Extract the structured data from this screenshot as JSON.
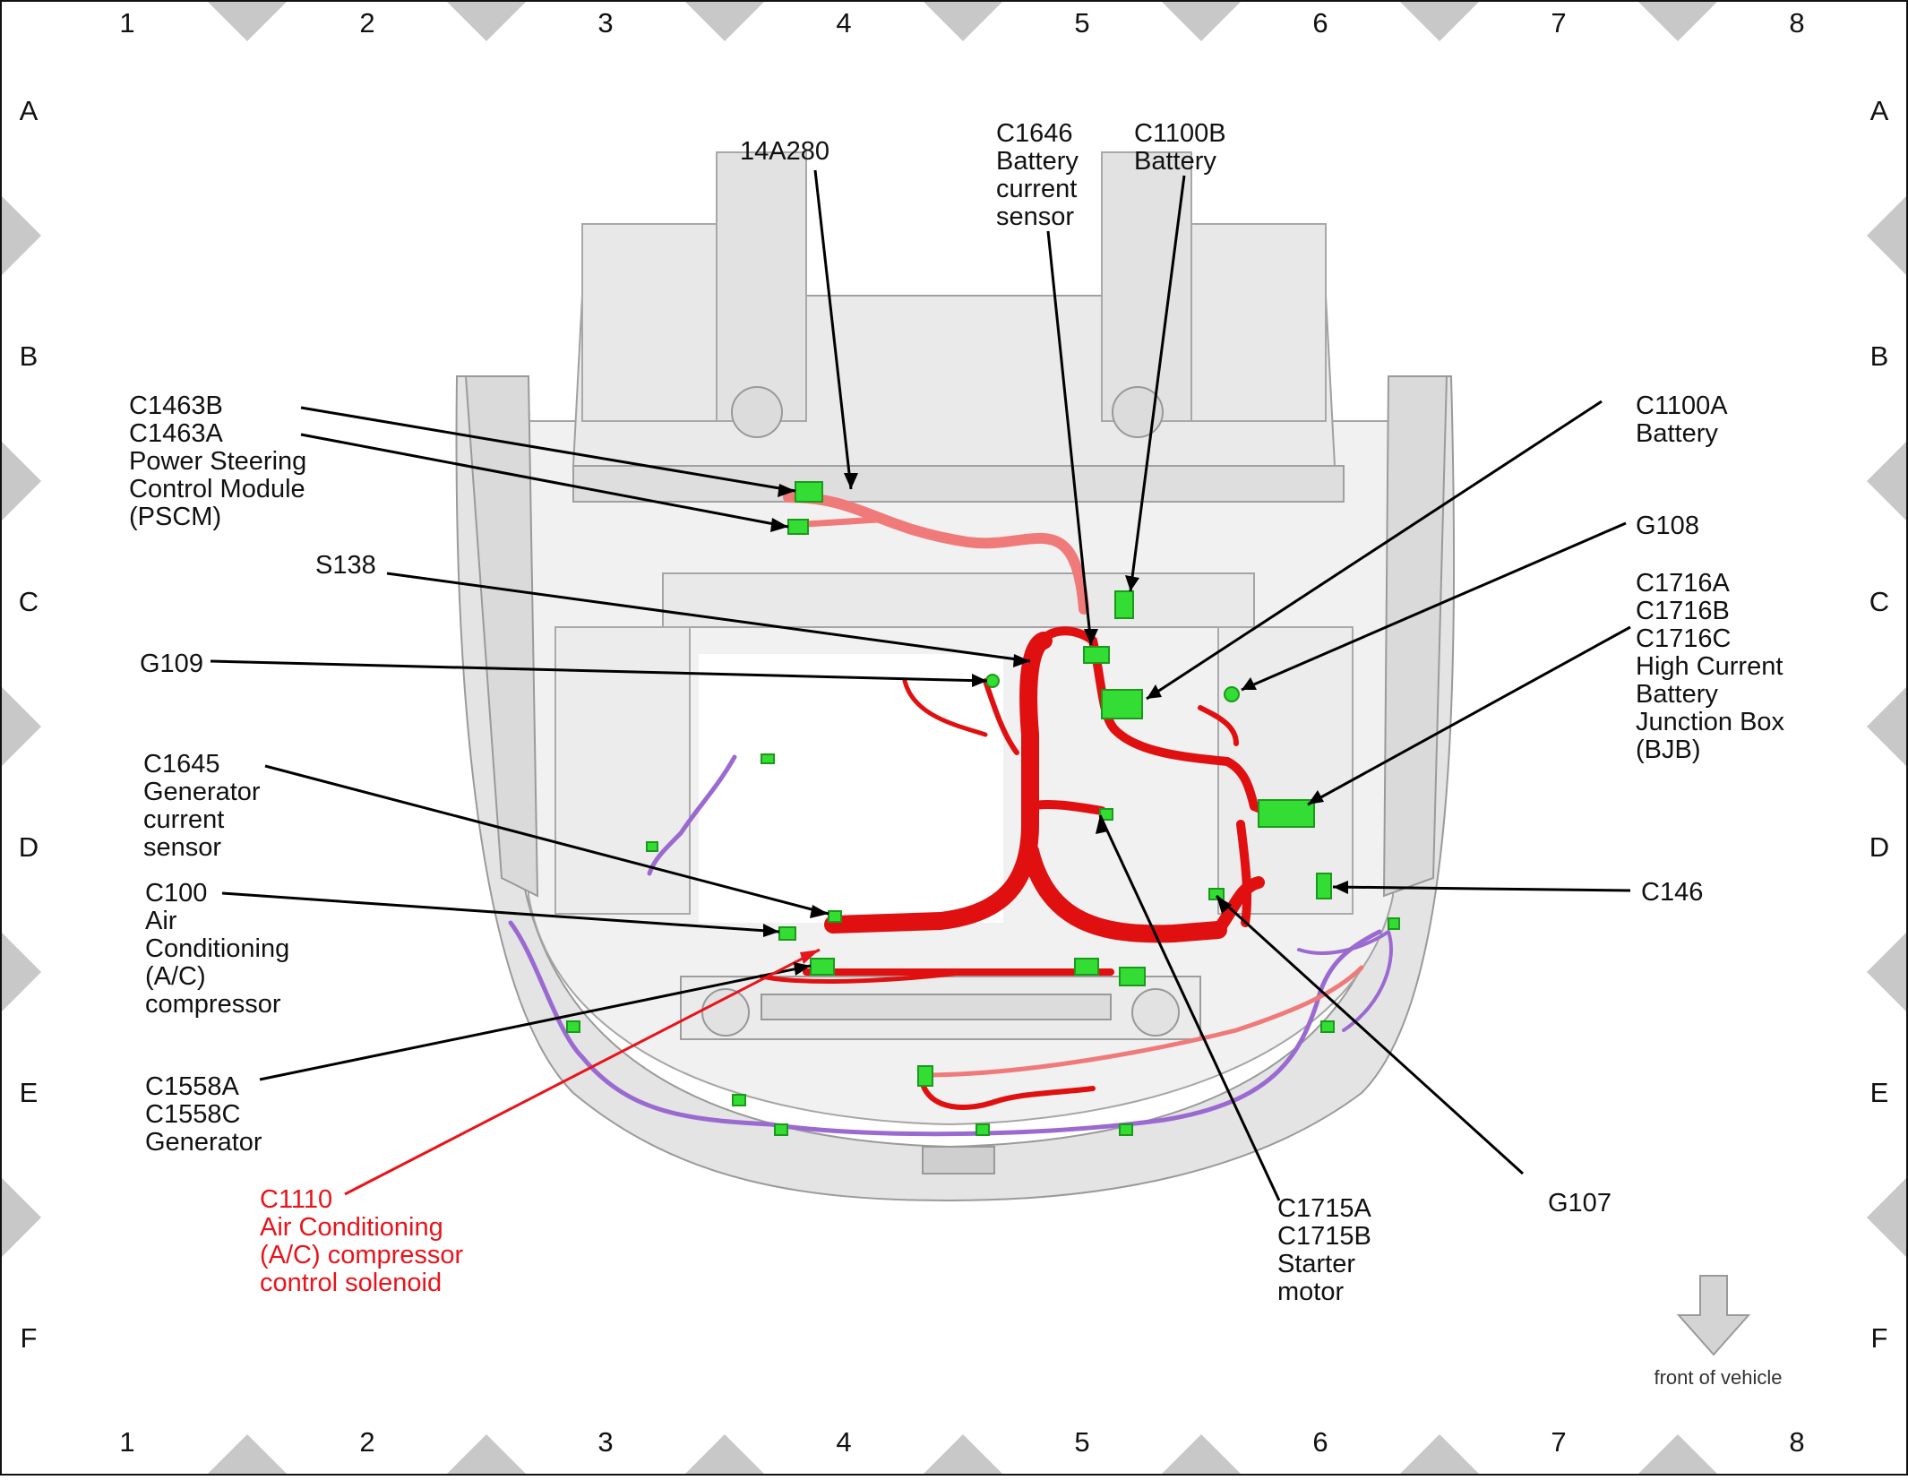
{
  "grid": {
    "columns": [
      "1",
      "2",
      "3",
      "4",
      "5",
      "6",
      "7",
      "8"
    ],
    "rows": [
      "A",
      "B",
      "C",
      "D",
      "E",
      "F"
    ]
  },
  "colors": {
    "harness_main": "#e01010",
    "harness_light": "#f07a7a",
    "harness_purple": "#9a6ad0",
    "connector": "#33dd33",
    "callout_highlight": "#e8141b",
    "frame_marker": "#c8c8c8",
    "vehicle_body": "#dcdcdc"
  },
  "callouts": [
    {
      "id": "14A280",
      "lines": [
        "14A280"
      ]
    },
    {
      "id": "C1646",
      "lines": [
        "C1646",
        "Battery",
        "current",
        "sensor"
      ]
    },
    {
      "id": "C1100B",
      "lines": [
        "C1100B",
        "Battery"
      ]
    },
    {
      "id": "C1463",
      "lines": [
        "C1463B",
        "C1463A",
        "Power Steering",
        "Control Module",
        "(PSCM)"
      ]
    },
    {
      "id": "C1100A",
      "lines": [
        "C1100A",
        "Battery"
      ]
    },
    {
      "id": "S138",
      "lines": [
        "S138"
      ]
    },
    {
      "id": "G108",
      "lines": [
        "G108"
      ]
    },
    {
      "id": "G109",
      "lines": [
        "G109"
      ]
    },
    {
      "id": "C1716",
      "lines": [
        "C1716A",
        "C1716B",
        "C1716C",
        "High Current",
        "Battery",
        "Junction Box",
        "(BJB)"
      ]
    },
    {
      "id": "C1645",
      "lines": [
        "C1645",
        "Generator",
        "current",
        "sensor"
      ]
    },
    {
      "id": "C146",
      "lines": [
        "C146"
      ]
    },
    {
      "id": "C100",
      "lines": [
        "C100",
        "Air",
        "Conditioning",
        "(A/C)",
        "compressor"
      ]
    },
    {
      "id": "C1558",
      "lines": [
        "C1558A",
        "C1558C",
        "Generator"
      ]
    },
    {
      "id": "C1110",
      "lines": [
        "C1110",
        "Air Conditioning",
        "(A/C) compressor",
        "control solenoid"
      ],
      "highlight": true
    },
    {
      "id": "C1715",
      "lines": [
        "C1715A",
        "C1715B",
        "Starter",
        "motor"
      ]
    },
    {
      "id": "G107",
      "lines": [
        "G107"
      ]
    }
  ],
  "orientation": {
    "label": "front of vehicle",
    "icon": "down-arrow-icon"
  }
}
